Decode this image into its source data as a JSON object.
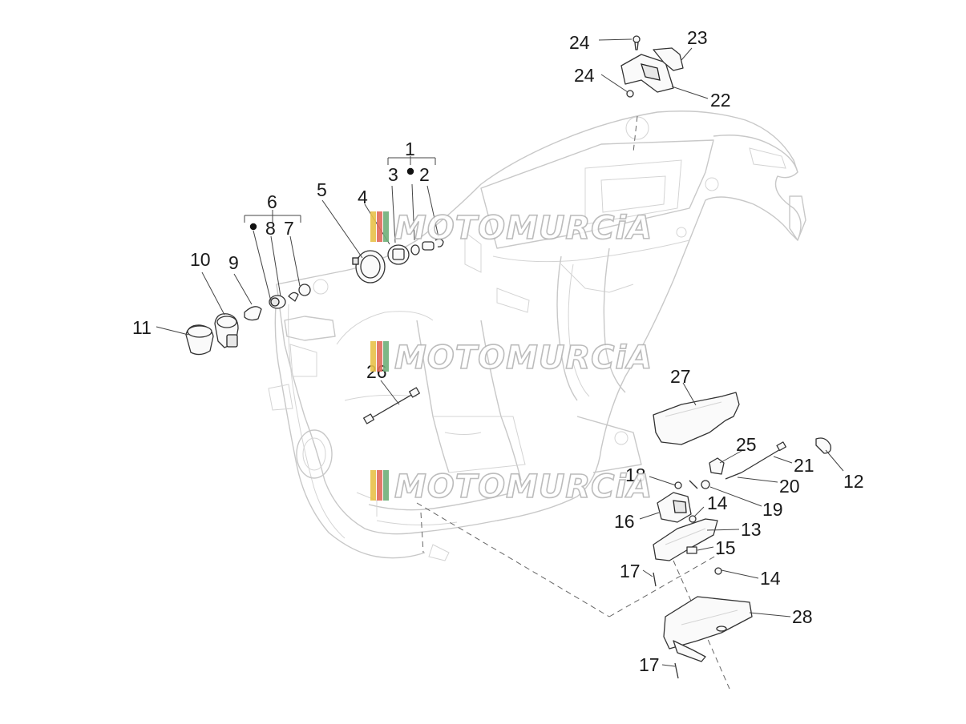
{
  "watermark": {
    "text": "MOTOMURCiA",
    "stripe_colors": [
      "#e8c24a",
      "#e06a5a",
      "#6fb07a",
      "#ffffff"
    ]
  },
  "labels": {
    "l1": "1",
    "l2": "2",
    "l3": "3",
    "l4": "4",
    "l5": "5",
    "l6": "6",
    "l7": "7",
    "l8": "8",
    "l9": "9",
    "l10": "10",
    "l11": "11",
    "l12": "12",
    "l13": "13",
    "l14a": "14",
    "l14b": "14",
    "l15": "15",
    "l16": "16",
    "l17a": "17",
    "l17b": "17",
    "l18": "18",
    "l19": "19",
    "l20": "20",
    "l21": "21",
    "l22": "22",
    "l23": "23",
    "l24a": "24",
    "l24b": "24",
    "l25": "25",
    "l26": "26",
    "l27": "27",
    "l28": "28"
  }
}
